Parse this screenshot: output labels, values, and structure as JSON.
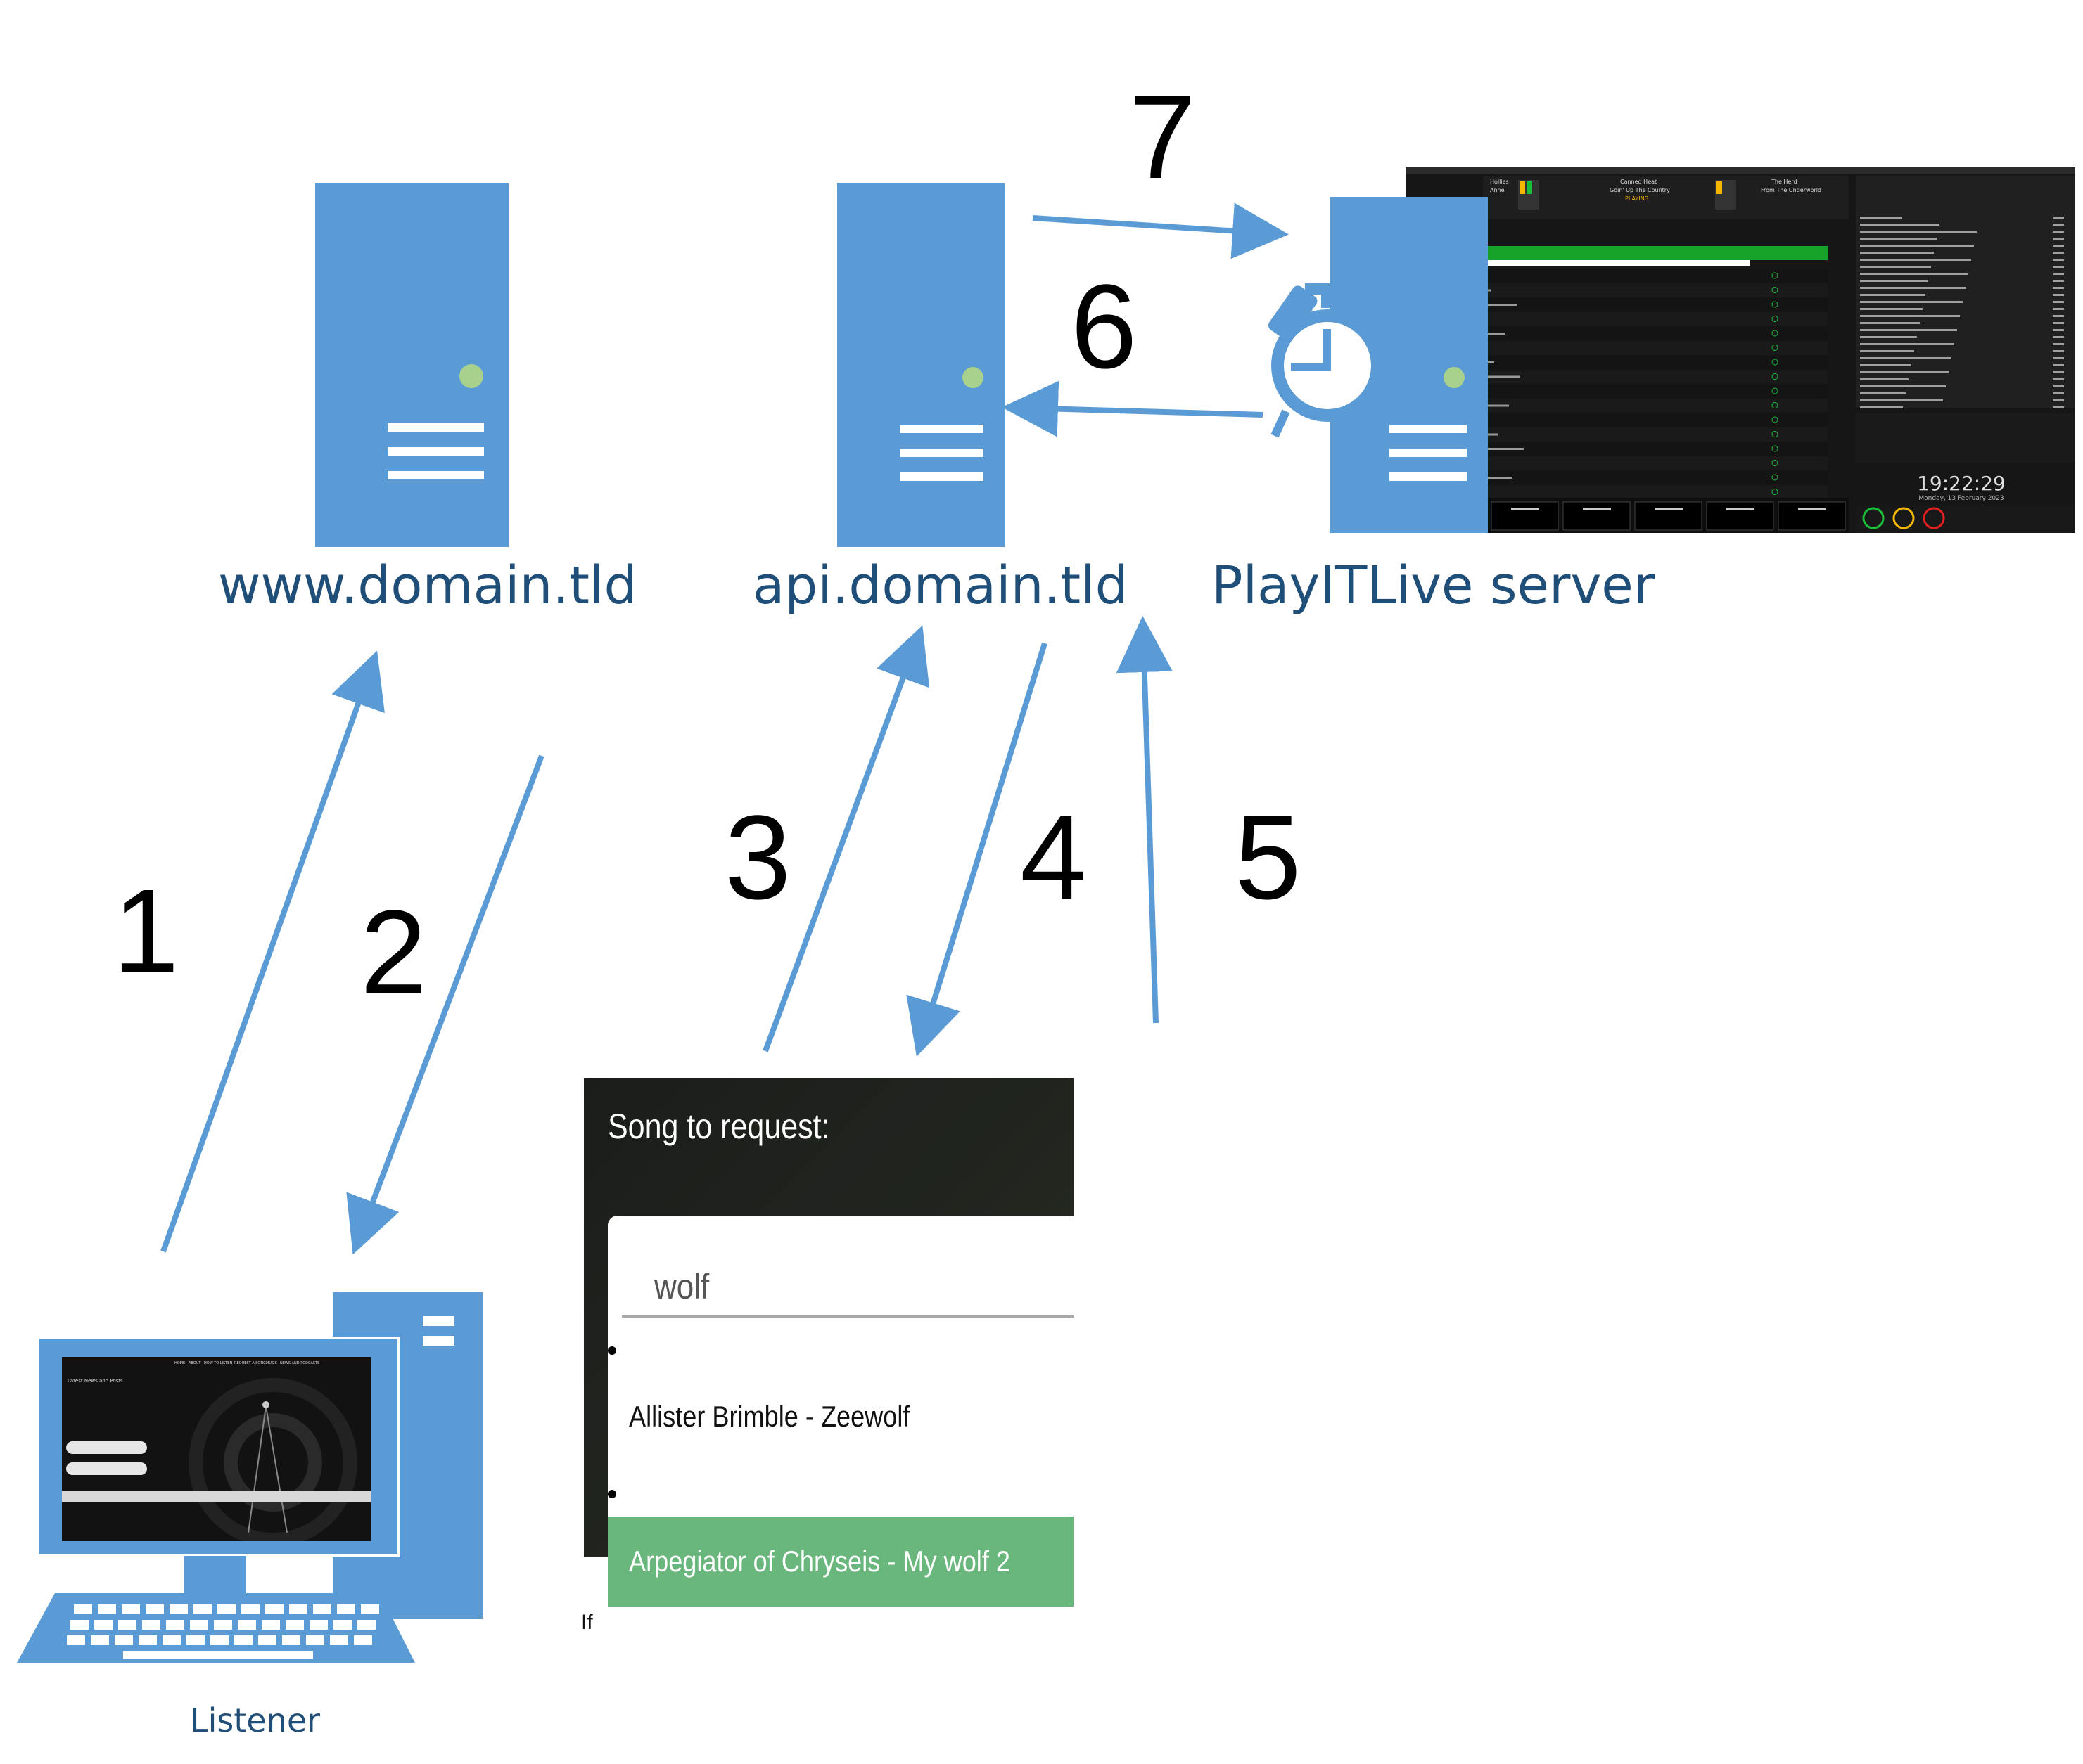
{
  "servers": {
    "www": {
      "label": "www.domain.tld"
    },
    "api": {
      "label": "api.domain.tld"
    },
    "playit": {
      "label": "PlayITLive server"
    }
  },
  "listener": {
    "label": "Listener"
  },
  "steps": [
    "1",
    "2",
    "3",
    "4",
    "5",
    "6",
    "7"
  ],
  "colors": {
    "server_blue": "#5b9bd5",
    "server_led": "#a9d18e",
    "label_blue": "#1f4e79",
    "selected_green": "#69b77d"
  },
  "request_widget": {
    "title": "Song to request:",
    "search_value": "wolf",
    "results": [
      "Allister Brimble - Zeewolf",
      "Arpegiator of Chryseis - My wolf 2"
    ],
    "selected_index": 1,
    "footer_fragment": "If"
  },
  "playit_screenshot": {
    "clock": "19:22:29",
    "date": "Monday, 13 February 2023",
    "header_tracks": [
      "Hollies",
      "Canned Heat",
      "The Herd"
    ],
    "header_titles": [
      "Anne",
      "Goin' Up The Country",
      "From The Underworld"
    ],
    "playing_label": "PLAYING"
  },
  "website_screenshot": {
    "nav": [
      "HOME",
      "ABOUT",
      "HOW TO LISTEN",
      "REQUEST A SONG",
      "MUSIC",
      "NEWS AND PODCASTS"
    ],
    "heading": "Latest News and Posts"
  }
}
